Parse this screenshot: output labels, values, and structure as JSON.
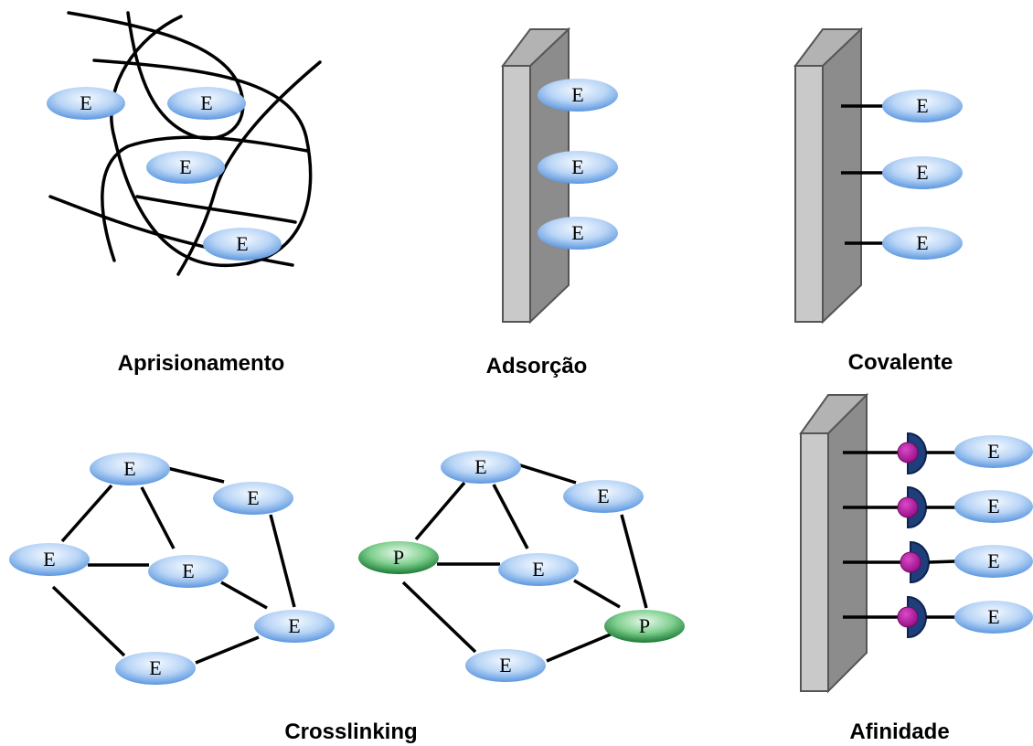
{
  "titles": {
    "aprisionamento": "Aprisionamento",
    "adsorcao": "Adsorção",
    "covalente": "Covalente",
    "crosslinking": "Crosslinking",
    "afinidade": "Afinidade"
  },
  "enzyme_label": "E",
  "protein_label": "P",
  "colors": {
    "enzyme_light": "#eaf3fd",
    "enzyme_dark": "#6fa6e6",
    "protein_light": "#d4f2d8",
    "protein_dark": "#1f8a3c",
    "wall_front": "#c9c9c9",
    "wall_side": "#8c8c8c",
    "wall_top": "#b3b3b3",
    "ligand": "#b0179f",
    "receptor": "#1e3f7a"
  }
}
